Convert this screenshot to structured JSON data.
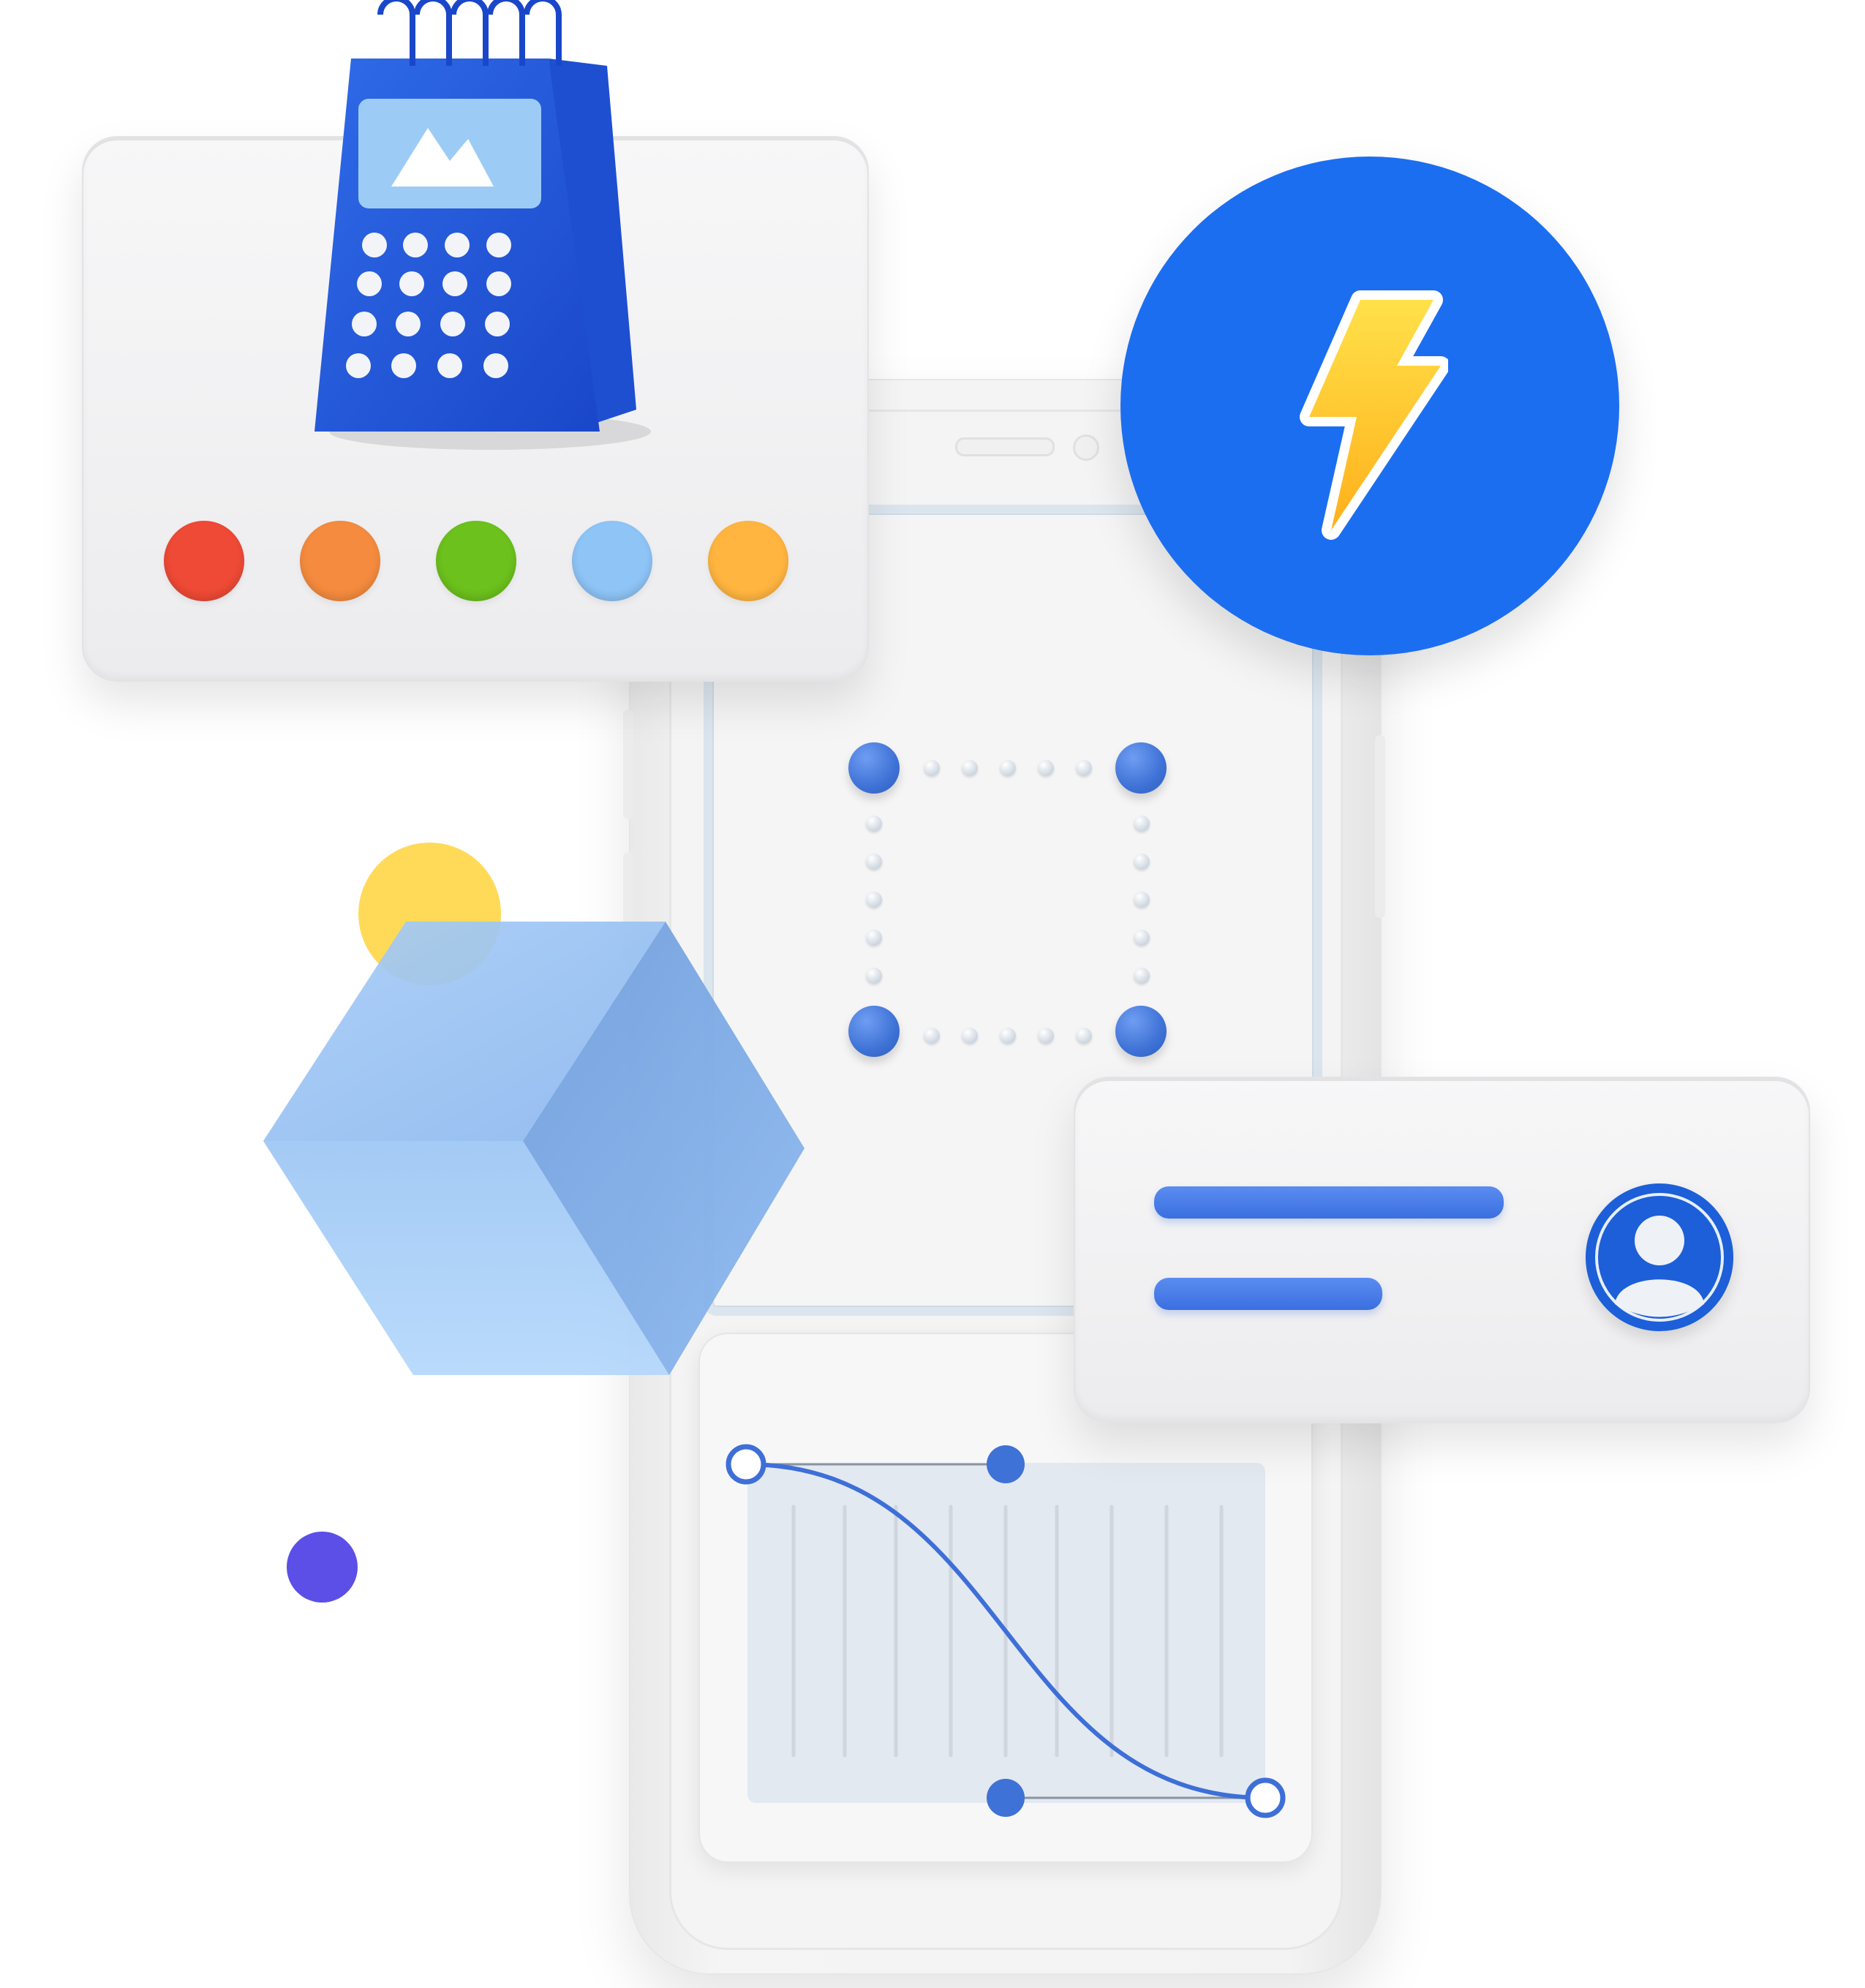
{
  "scene": {
    "colors": {
      "brand_blue": "#1c6ef0",
      "phone_body": "#f2f2f3",
      "bolt_yellow": "#ffc61a",
      "sun_yellow": "#ffd23f",
      "cube_blue": "#8ab8f2",
      "purple_dot": "#5b4fe8"
    }
  },
  "calendar_card": {
    "icon": "calendar-icon",
    "swatches": [
      {
        "name": "red",
        "color": "#ee4a35"
      },
      {
        "name": "orange",
        "color": "#f48b3e"
      },
      {
        "name": "green",
        "color": "#6cc11c"
      },
      {
        "name": "light-blue",
        "color": "#8ec4f6"
      },
      {
        "name": "amber",
        "color": "#ffb540"
      }
    ]
  },
  "bolt_badge": {
    "icon": "lightning-bolt-icon"
  },
  "profile_card": {
    "icon": "user-avatar-icon"
  },
  "selection_frame": {
    "icon": "selection-frame-icon"
  },
  "curve_editor": {
    "icon": "bezier-curve-icon"
  },
  "decorations": {
    "cube": "cube-icon",
    "sun": "circle-icon",
    "dot": "dot-icon"
  }
}
